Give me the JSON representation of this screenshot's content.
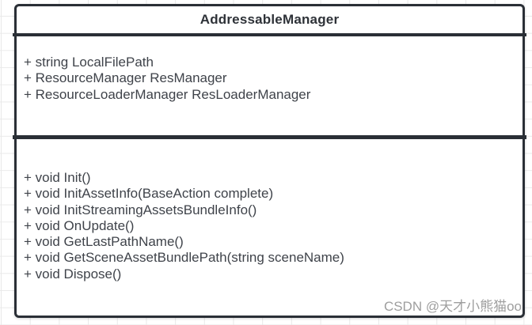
{
  "class_diagram": {
    "title": "AddressableManager",
    "fields": [
      "+ string LocalFilePath",
      "+ ResourceManager ResManager",
      "+ ResourceLoaderManager ResLoaderManager"
    ],
    "methods": [
      "+ void Init()",
      "+ void InitAssetInfo(BaseAction complete)",
      "+ void InitStreamingAssetsBundleInfo()",
      "+ void OnUpdate()",
      "+ void GetLastPathName()",
      "+ void GetSceneAssetBundlePath(string sceneName)",
      "+ void Dispose()"
    ]
  },
  "watermark": "CSDN @天才小熊猫oo",
  "colors": {
    "box_border": "#2a2f36",
    "member_text": "#3f434a",
    "title_text": "#2e3238",
    "watermark_text": "#9e9e9e",
    "grid_line": "#e9e9e9",
    "background": "#ffffff"
  }
}
